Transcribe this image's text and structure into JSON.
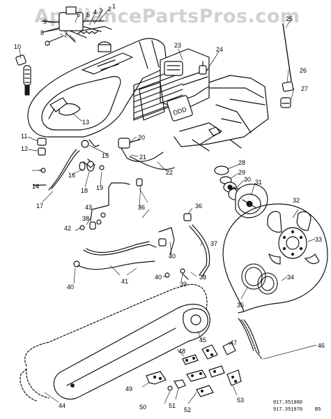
{
  "watermark": "AppliancePartsPros.com",
  "callouts": [
    "1",
    "2",
    "3",
    "4",
    "5",
    "6",
    "7",
    "8",
    "9",
    "10",
    "11",
    "12",
    "13",
    "14",
    "15",
    "16",
    "17",
    "18",
    "19",
    "20",
    "21",
    "22",
    "23",
    "24",
    "25",
    "26",
    "27",
    "28",
    "29",
    "30",
    "31",
    "32",
    "33",
    "34",
    "35",
    "36",
    "37",
    "38",
    "39",
    "40",
    "41",
    "42",
    "43",
    "44",
    "45",
    "46",
    "47",
    "48",
    "49",
    "50",
    "51",
    "52",
    "53"
  ],
  "cylinder_stamp": "DDD",
  "model_numbers": [
    "917.351980",
    "917.351970"
  ],
  "sheet_code": "B5",
  "colors": {
    "ink": "#111111",
    "paper": "#ffffff",
    "watermark": "#aaaaaa"
  }
}
